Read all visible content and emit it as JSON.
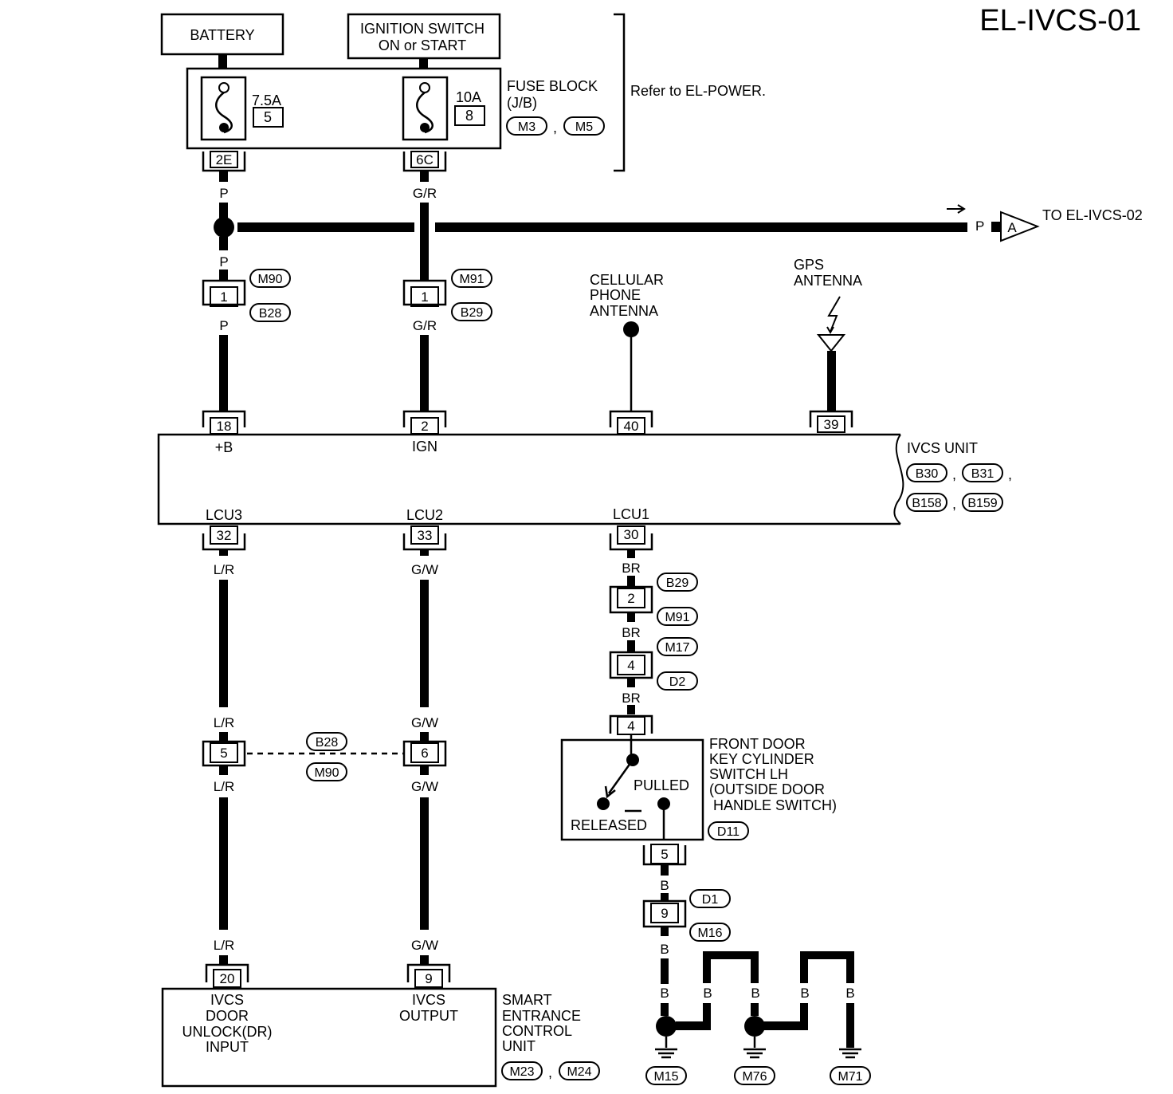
{
  "page_code": "EL-IVCS-01",
  "battery": "BATTERY",
  "ignition": [
    "IGNITION SWITCH",
    "ON or START"
  ],
  "fuse_block": {
    "label": [
      "FUSE BLOCK",
      "(J/B)"
    ],
    "fuse1": {
      "amp": "7.5A",
      "num": "5"
    },
    "fuse2": {
      "amp": "10A",
      "num": "8"
    },
    "conn1": "M3",
    "conn2": "M5",
    "sep": ","
  },
  "refer": "Refer to EL-POWER.",
  "terms": {
    "left": "2E",
    "right": "6C"
  },
  "wires": {
    "p": "P",
    "gr": "G/R",
    "lr": "L/R",
    "gw": "G/W",
    "br": "BR",
    "b": "B"
  },
  "to_label": "TO EL-IVCS-02",
  "to_arrow_letter": "A",
  "connectors": {
    "m90": "M90",
    "b28": "B28",
    "m91": "M91",
    "b29": "B29",
    "m17": "M17",
    "d2": "D2",
    "d1": "D1",
    "m16": "M16",
    "d11": "D11",
    "m23": "M23",
    "m24": "M24",
    "m15": "M15",
    "m76": "M76",
    "m71": "M71",
    "sep": ","
  },
  "pins": {
    "one": "1",
    "two": "2",
    "four": "4",
    "five": "5",
    "six": "6",
    "nine": "9",
    "p18": "18",
    "p2": "2",
    "p40": "40",
    "p39": "39",
    "p32": "32",
    "p33": "33",
    "p30": "30",
    "p20": "20",
    "p9": "9"
  },
  "cell_antenna": [
    "CELLULAR",
    "PHONE",
    "ANTENNA"
  ],
  "gps_antenna": [
    "GPS",
    "ANTENNA"
  ],
  "ivcs_unit": {
    "label": "IVCS UNIT",
    "conns": [
      "B30",
      "B31",
      "B158",
      "B159"
    ],
    "sep": ",",
    "b_plus": "+B",
    "ign": "IGN",
    "lcu3": "LCU3",
    "lcu2": "LCU2",
    "lcu1": "LCU1"
  },
  "door_switch": {
    "label": [
      "FRONT DOOR",
      "KEY CYLINDER",
      "SWITCH LH",
      "(OUTSIDE DOOR",
      " HANDLE SWITCH)"
    ],
    "pulled": "PULLED",
    "released": "RELEASED"
  },
  "smart_unit": {
    "label": [
      "SMART",
      "ENTRANCE",
      "CONTROL",
      "UNIT"
    ],
    "input": [
      "IVCS",
      "DOOR",
      "UNLOCK(DR)",
      "INPUT"
    ],
    "output": [
      "IVCS",
      "OUTPUT"
    ]
  }
}
